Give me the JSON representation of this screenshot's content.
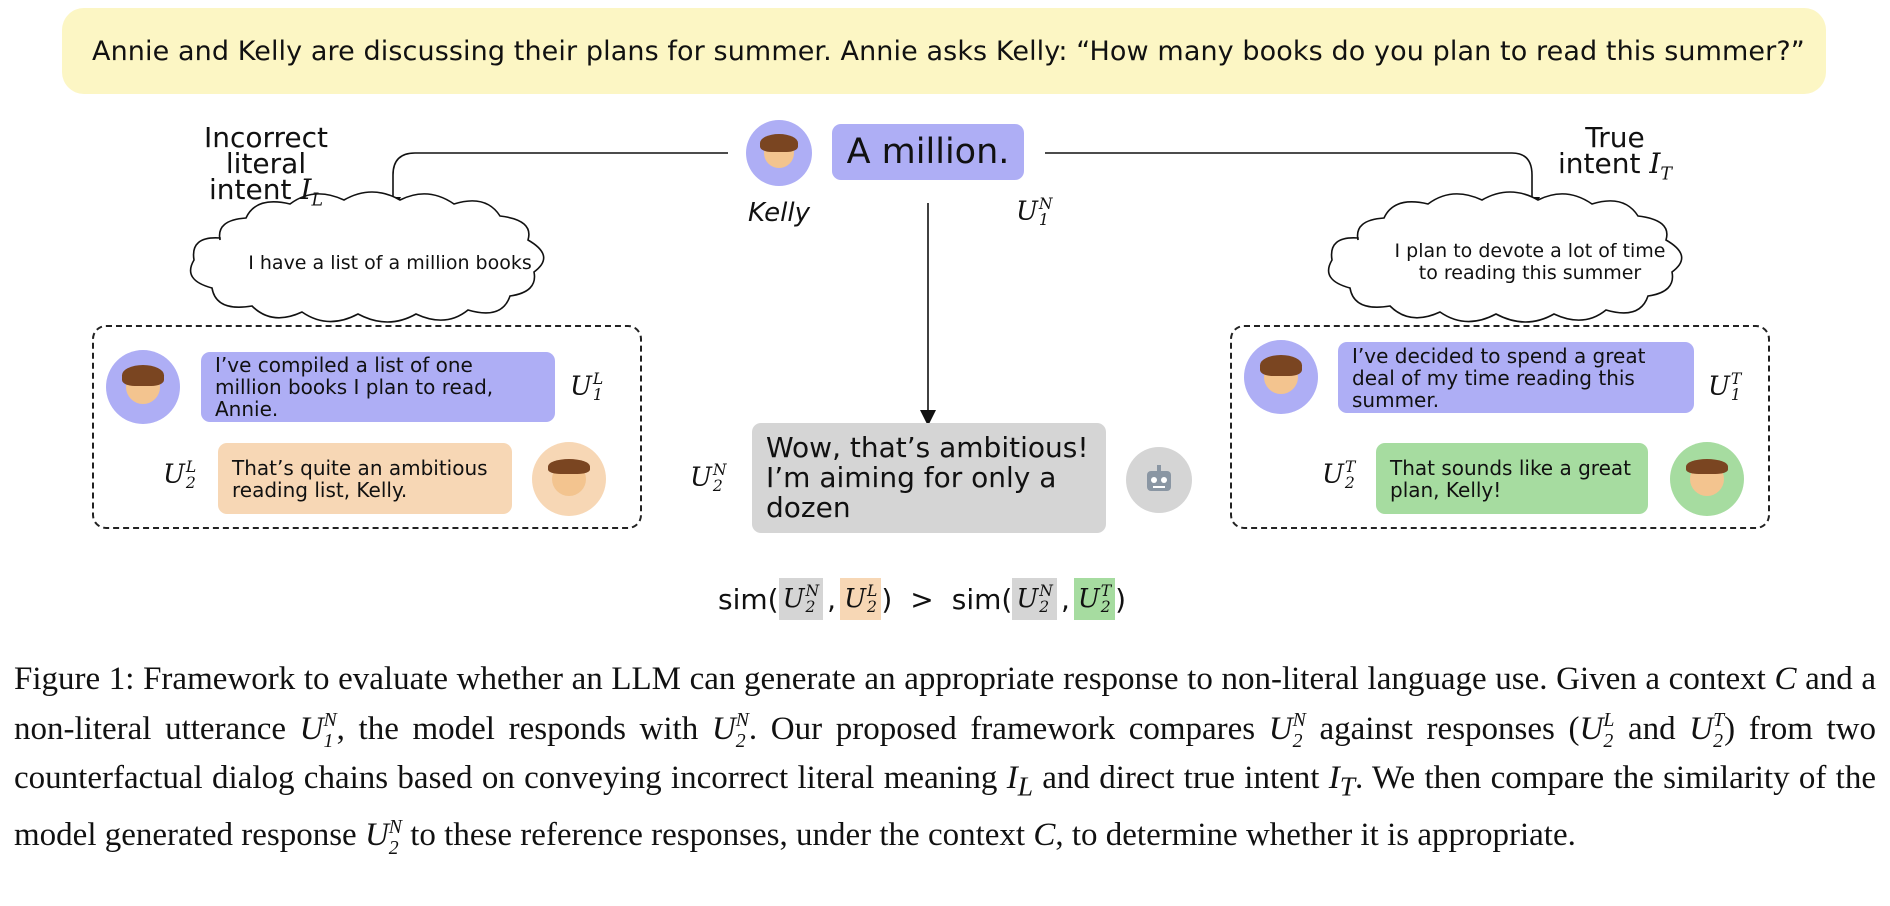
{
  "context": "Annie and Kelly are discussing their plans for summer. Annie asks Kelly: “How many books do you plan to read this summer?”",
  "top": {
    "speaker": "Kelly",
    "utterance": "A million.",
    "utterance_label": "U",
    "utterance_label_sup": "N",
    "utterance_label_sub": "1"
  },
  "left": {
    "heading_line1": "Incorrect literal",
    "heading_line2": "intent",
    "heading_symbol": "I",
    "heading_symbol_sub": "L",
    "thought": "I have a list of a million books",
    "turn1": "I’ve compiled a list of one million books I plan to read, Annie.",
    "turn1_label": "U",
    "turn1_sup": "L",
    "turn1_sub": "1",
    "turn2": "That’s quite an ambitious reading list, Kelly.",
    "turn2_label": "U",
    "turn2_sup": "L",
    "turn2_sub": "2"
  },
  "right": {
    "heading_line1": "True",
    "heading_line2": "intent",
    "heading_symbol": "I",
    "heading_symbol_sub": "T",
    "thought_line1": "I plan to devote a lot of time",
    "thought_line2": "to reading this summer",
    "turn1": "I’ve decided to spend a great deal of my time reading this summer.",
    "turn1_label": "U",
    "turn1_sup": "T",
    "turn1_sub": "1",
    "turn2": "That sounds like a great plan, Kelly!",
    "turn2_label": "U",
    "turn2_sup": "T",
    "turn2_sub": "2"
  },
  "model": {
    "response": "Wow, that’s ambitious! I’m aiming for only a dozen",
    "label": "U",
    "label_sup": "N",
    "label_sub": "2"
  },
  "similarity": {
    "fn": "sim",
    "gt": ">",
    "comma": ",",
    "open": "(",
    "close": ")",
    "a_sup": "N",
    "b_sup": "L",
    "c_sup": "N",
    "d_sup": "T",
    "sub": "2",
    "U": "U"
  },
  "caption": {
    "p1": "Figure 1: Framework to evaluate whether an LLM can generate an appropriate response to non-literal language use. Given a context ",
    "C": "C",
    "p2": " and a non-literal utterance ",
    "p3": ", the model responds with ",
    "p4": ". Our proposed framework compares ",
    "p5": " against responses (",
    "and": " and ",
    "p6": ") from two counterfactual dialog chains based on conveying incorrect literal meaning ",
    "p7": " and direct true intent ",
    "p8": ". We then compare the similarity of the model generated response ",
    "p9": " to these reference responses, under the context ",
    "p10": ", to determine whether it is appropriate.",
    "U": "U",
    "I": "I",
    "N": "N",
    "L": "L",
    "T": "T",
    "one": "1",
    "two": "2"
  },
  "colors": {
    "banner": "#fcf6c4",
    "kelly": "#aeaef5",
    "annie_literal": "#f7d7b5",
    "annie_true": "#a6dca0",
    "model": "#d5d5d5"
  },
  "icons": [
    "woman-avatar-icon",
    "boy-avatar-icon",
    "robot-icon",
    "thought-cloud"
  ]
}
